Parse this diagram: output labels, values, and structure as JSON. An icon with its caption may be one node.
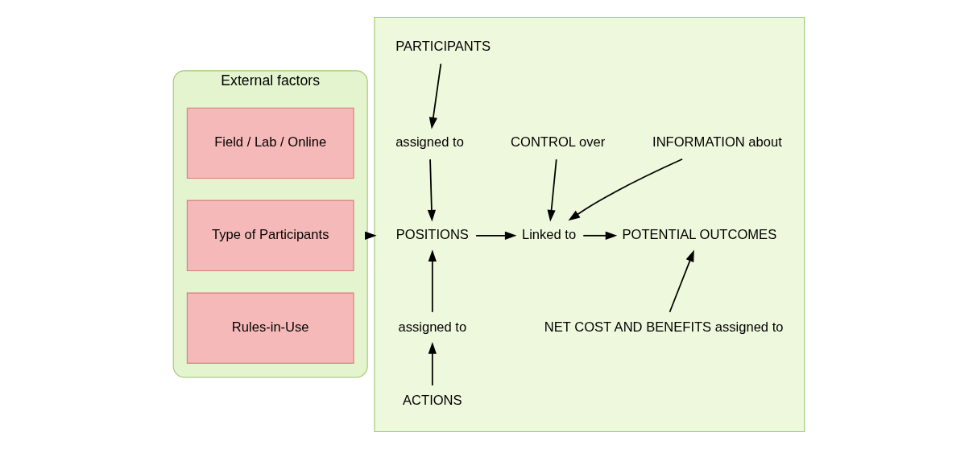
{
  "diagram": {
    "nodes": [
      {
        "text": [
          "External factors"
        ]
      },
      {
        "text": [
          "Field / Lab / Online"
        ],
        "in": 0
      },
      {
        "text": [
          "Type of Participants"
        ],
        "in": 0
      },
      {
        "text": [
          "Rules-in-Use"
        ],
        "in": 0
      },
      {
        "text": [],
        "shape": "box"
      },
      {
        "text": [
          "PARTICIPANTS"
        ],
        "in": 4
      },
      {
        "text": [
          "assigned to"
        ],
        "in": 4
      },
      {
        "text": [
          "POSITIONS"
        ],
        "in": 4
      },
      {
        "text": [
          "assigned to"
        ],
        "in": 4
      },
      {
        "text": [
          "ACTIONS"
        ],
        "in": 4
      },
      {
        "text": [
          "INFORMATION about"
        ],
        "in": 4
      },
      {
        "text": [
          "CONTROL over"
        ],
        "in": 4
      },
      {
        "text": [
          "Linked to"
        ],
        "in": 4
      },
      {
        "text": [
          "POTENTIAL OUTCOMES"
        ],
        "in": 4
      },
      {
        "text": [
          "NET COST AND BENEFITS assigned to"
        ],
        "in": 4
      }
    ],
    "edges": [
      {
        "from": 0,
        "to": 4,
        "arrow": "to"
      },
      {
        "from": 5,
        "to": 6,
        "arrow": "to"
      },
      {
        "from": 6,
        "to": 7,
        "arrow": "to"
      },
      {
        "from": 8,
        "to": 7,
        "arrow": "to"
      },
      {
        "from": 9,
        "to": 8,
        "arrow": "to"
      },
      {
        "from": 7,
        "to": 12,
        "arrow": "to"
      },
      {
        "from": 10,
        "to": 12,
        "arrow": "to"
      },
      {
        "from": 11,
        "to": 12,
        "arrow": "to"
      },
      {
        "from": 12,
        "to": 13,
        "arrow": "to"
      },
      {
        "from": 14,
        "to": 13,
        "arrow": "to"
      }
    ]
  }
}
